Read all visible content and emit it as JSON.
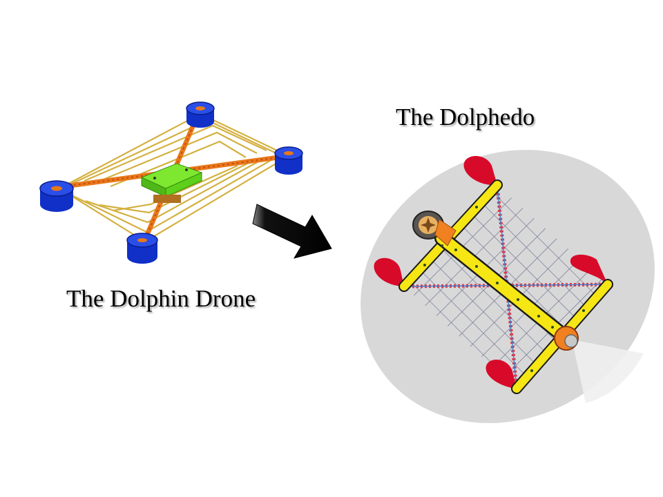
{
  "captions": {
    "dolphin_drone": "The Dolphin Drone",
    "dolphedo": "The Dolphedo"
  },
  "colors": {
    "float_blue": "#1030c8",
    "frame_orange": "#e8781a",
    "cable_gold": "#d4b040",
    "electronics_green": "#5cd01a",
    "arm_yellow": "#f5e614",
    "fin_red": "#d80a2a",
    "net_gray": "#7a7f9a",
    "bubble_gray": "#d8d8d8",
    "arrow_black": "#000000"
  },
  "icons": [
    "dolphin-drone-illustration",
    "transition-arrow-icon",
    "dolphedo-illustration"
  ]
}
